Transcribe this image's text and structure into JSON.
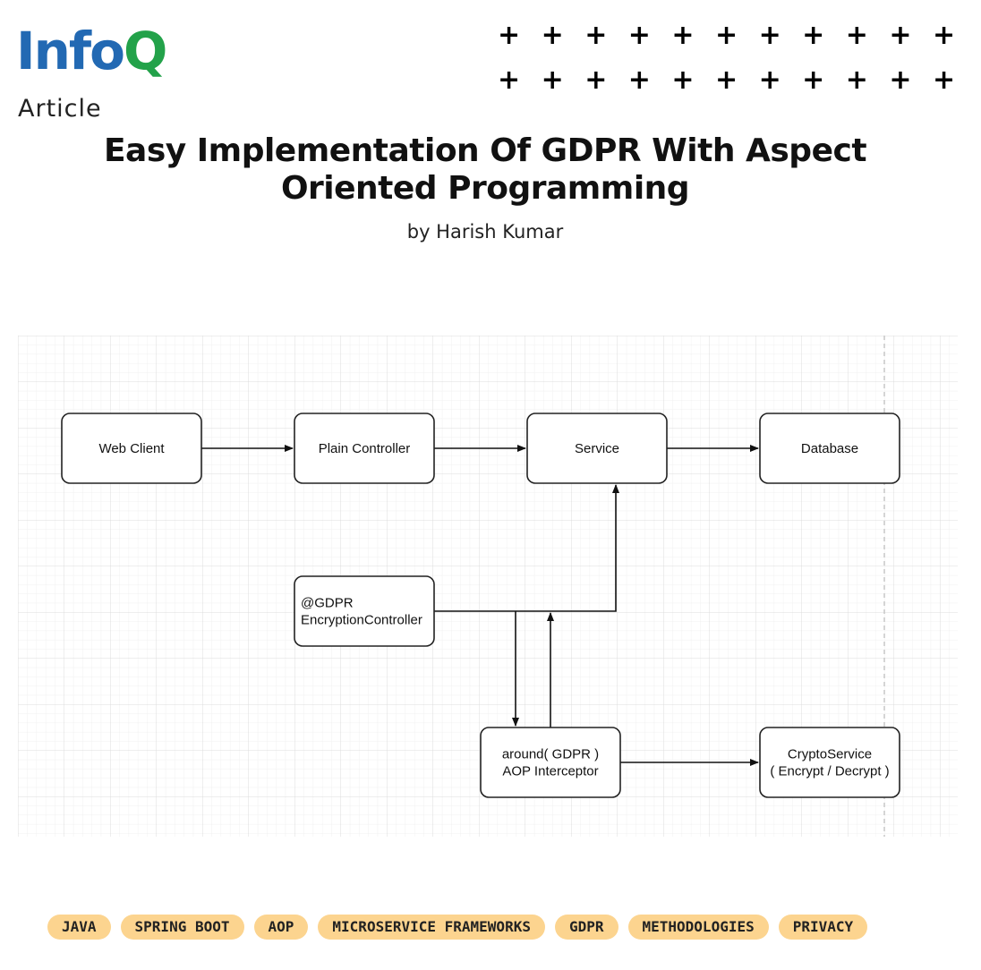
{
  "logo": {
    "part1": "Info",
    "part2": "Q"
  },
  "article_label": "Article",
  "decor": {
    "plus_symbol": "+"
  },
  "title": "Easy Implementation Of GDPR With Aspect Oriented Programming",
  "author": "by Harish Kumar",
  "diagram": {
    "nodes": [
      {
        "id": "web-client",
        "lines": [
          "Web Client"
        ]
      },
      {
        "id": "plain-controller",
        "lines": [
          "Plain Controller"
        ]
      },
      {
        "id": "service",
        "lines": [
          "Service"
        ]
      },
      {
        "id": "database",
        "lines": [
          "Database"
        ]
      },
      {
        "id": "encryption-controller",
        "lines": [
          "@GDPR",
          "EncryptionController"
        ]
      },
      {
        "id": "aop-interceptor",
        "lines": [
          "around( GDPR )",
          "AOP Interceptor"
        ]
      },
      {
        "id": "crypto-service",
        "lines": [
          "CryptoService",
          "( Encrypt / Decrypt )"
        ]
      }
    ],
    "edges": [
      {
        "from": "web-client",
        "to": "plain-controller"
      },
      {
        "from": "plain-controller",
        "to": "service"
      },
      {
        "from": "service",
        "to": "database"
      },
      {
        "from": "encryption-controller",
        "to": "service"
      },
      {
        "from": "encryption-controller",
        "to": "aop-interceptor"
      },
      {
        "from": "aop-interceptor",
        "to": "encryption-controller"
      },
      {
        "from": "aop-interceptor",
        "to": "crypto-service"
      }
    ]
  },
  "tags": [
    "JAVA",
    "SPRING BOOT",
    "AOP",
    "MICROSERVICE FRAMEWORKS",
    "GDPR",
    "METHODOLOGIES",
    "PRIVACY"
  ]
}
